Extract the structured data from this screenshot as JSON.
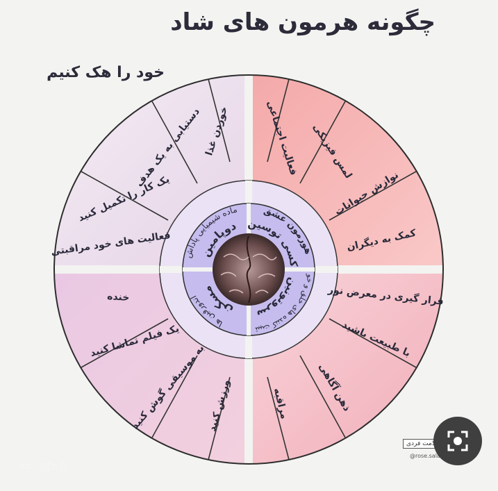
{
  "header": {
    "title": "چگونه هرمون های شاد",
    "subtitle": "خود را هک کنیم"
  },
  "hormones": {
    "dopamine": {
      "name": "دوپامین",
      "desc": "ماده شیمیایی پاداش"
    },
    "oxytocin": {
      "name": "اکسی توسین",
      "desc": "هورمون عشق"
    },
    "serotonin": {
      "name": "سروتونین",
      "desc": "تثبیت کننده های خلق و خو"
    },
    "endorphin": {
      "name": "مسکن",
      "desc": "اندورفین ها"
    }
  },
  "activities": {
    "dopamine": [
      "خوردن غذا",
      "دستیابی به یک هدف",
      "یک کار را تکمیل کنید",
      "فعالیت های خود مراقبتی"
    ],
    "oxytocin": [
      "فعالیت اجتماعی",
      "لمس فیزیکی",
      "نوازش حیوانات",
      "کمک به دیگران"
    ],
    "serotonin": [
      "قرار گیری در معرض نور",
      "با طبیعت باشید",
      "ذهن آگاهی",
      "مراقبه"
    ],
    "endorphin": [
      "خنده",
      "یک فیلم تماشا کنید",
      "به موسیقی گوش کنید",
      "ورزش کنید"
    ]
  },
  "footer": {
    "brand": "سلامت فردی",
    "handle": "@rose.salamat",
    "icons": [
      "chat-icon",
      "link-icon",
      "send-icon",
      "bookmark-icon"
    ]
  },
  "colors": {
    "oxytocin_segment": "#f7b7b7",
    "dopamine_segment": "#ecdcec",
    "endorphin_segment": "#f1c9dc",
    "serotonin_segment": "#f6c6d2",
    "inner_ring": "#b8b0ea",
    "divider": "#333333"
  }
}
